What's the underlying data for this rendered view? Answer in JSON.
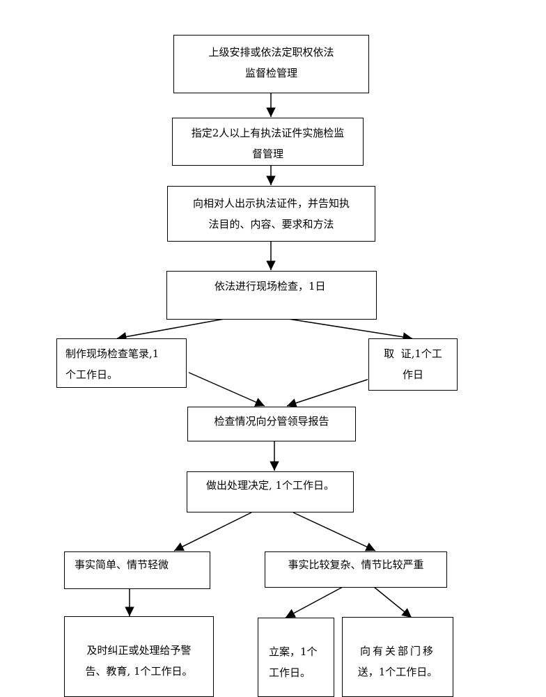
{
  "nodes": {
    "n1": {
      "lines": [
        "上级安排或依法定职权依法",
        "监督检管理"
      ]
    },
    "n2": {
      "lines": [
        "指定2人以上有执法证件实施检监",
        "督管理"
      ]
    },
    "n3": {
      "lines": [
        "向相对人出示执法证件，并告知执",
        "法目的、内容、要求和方法"
      ]
    },
    "n4": {
      "lines": [
        "依法进行现场检查，1日"
      ]
    },
    "n5": {
      "lines": [
        "制作现场检查笔录,1",
        "个工作日。"
      ]
    },
    "n6": {
      "lines": [
        "取  证,1个工",
        "作日"
      ]
    },
    "n7": {
      "lines": [
        "检查情况向分管领导报告"
      ]
    },
    "n8": {
      "lines": [
        "做出处理决定, 1个工作日。"
      ]
    },
    "n9": {
      "lines": [
        "事实简单、情节轻微"
      ]
    },
    "n10": {
      "lines": [
        "事实比较复杂、情节比较严重"
      ]
    },
    "n11": {
      "lines": [
        "及时纠正或处理给予警",
        "告、教育, 1个工作日。"
      ]
    },
    "n12": {
      "lines": [
        "立案，1个",
        "工作日。"
      ]
    },
    "n13": {
      "lines": [
        "向有关部门移",
        "送，1个工作日。"
      ]
    }
  }
}
